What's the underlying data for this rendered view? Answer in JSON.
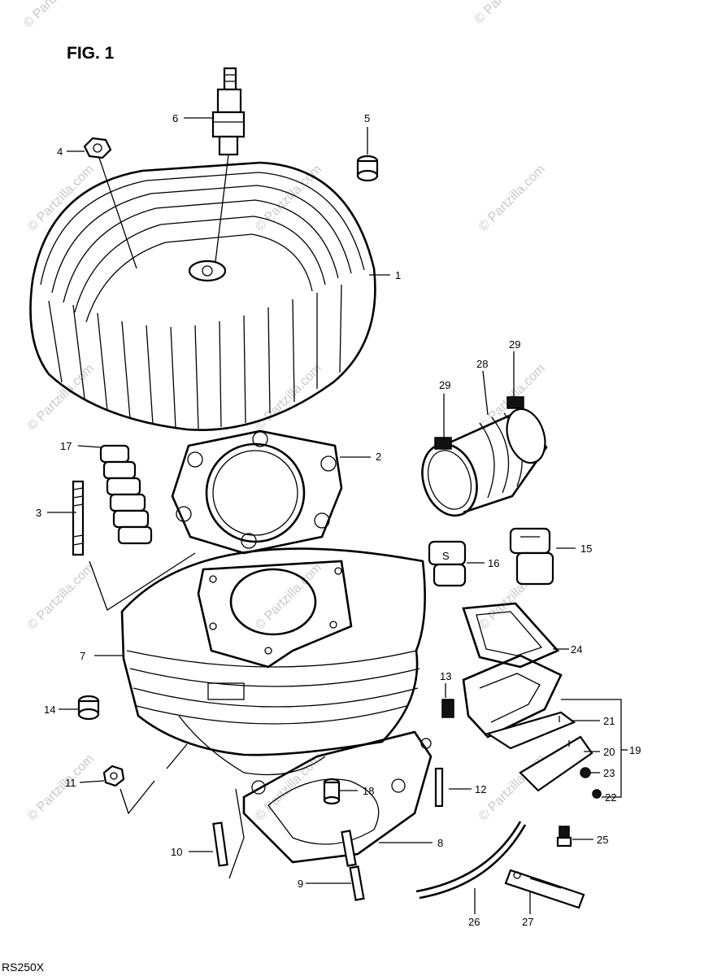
{
  "figure": {
    "title": "FIG. 1",
    "model": "RS250X"
  },
  "watermark": {
    "text": "© Partzilla.com"
  },
  "callouts": [
    {
      "id": "c1",
      "label": "1"
    },
    {
      "id": "c2",
      "label": "2"
    },
    {
      "id": "c3",
      "label": "3"
    },
    {
      "id": "c4",
      "label": "4"
    },
    {
      "id": "c5",
      "label": "5"
    },
    {
      "id": "c6",
      "label": "6"
    },
    {
      "id": "c7",
      "label": "7"
    },
    {
      "id": "c8",
      "label": "8"
    },
    {
      "id": "c9",
      "label": "9"
    },
    {
      "id": "c10",
      "label": "10"
    },
    {
      "id": "c11",
      "label": "11"
    },
    {
      "id": "c12",
      "label": "12"
    },
    {
      "id": "c13",
      "label": "13"
    },
    {
      "id": "c14",
      "label": "14"
    },
    {
      "id": "c15",
      "label": "15"
    },
    {
      "id": "c16",
      "label": "16"
    },
    {
      "id": "c17",
      "label": "17"
    },
    {
      "id": "c18",
      "label": "18"
    },
    {
      "id": "c19",
      "label": "19"
    },
    {
      "id": "c20",
      "label": "20"
    },
    {
      "id": "c21",
      "label": "21"
    },
    {
      "id": "c22",
      "label": "22"
    },
    {
      "id": "c23",
      "label": "23"
    },
    {
      "id": "c24",
      "label": "24"
    },
    {
      "id": "c25",
      "label": "25"
    },
    {
      "id": "c26",
      "label": "26"
    },
    {
      "id": "c27",
      "label": "27"
    },
    {
      "id": "c28",
      "label": "28"
    },
    {
      "id": "c29a",
      "label": "29"
    },
    {
      "id": "c29b",
      "label": "29"
    }
  ]
}
